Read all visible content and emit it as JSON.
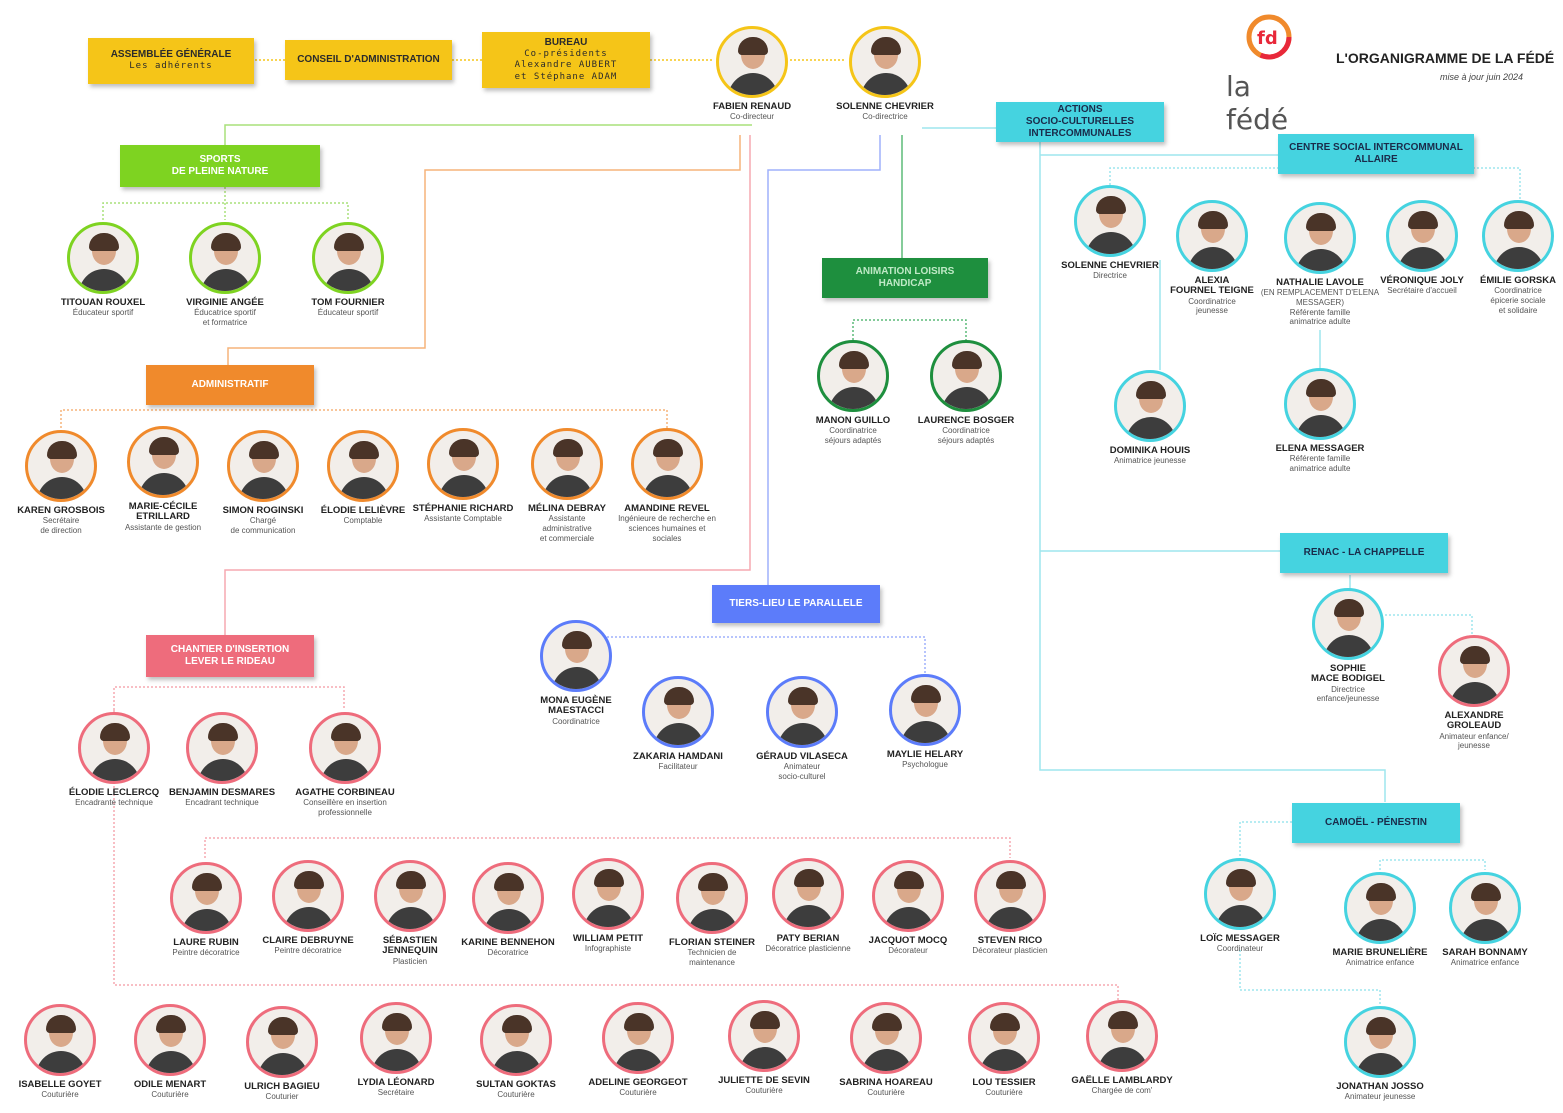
{
  "header": {
    "logo_text": "la fédé",
    "title": "L'ORGANIGRAMME DE LA FÉDÉ",
    "date": "mise à jour juin 2024"
  },
  "colors": {
    "yellow": "#f5c518",
    "green": "#7ed321",
    "orange": "#f08a2c",
    "pink": "#ee6c7c",
    "blue": "#5c7cfa",
    "cyan": "#45d3e0",
    "dark_green": "#1e8f3e"
  },
  "boxes": {
    "assemblee": {
      "title": "ASSEMBLÉE GÉNÉRALE",
      "sub": [
        "Les adhérents"
      ]
    },
    "conseil": {
      "title": "CONSEIL D'ADMINISTRATION",
      "sub": []
    },
    "bureau": {
      "title": "BUREAU",
      "sub": [
        "Co-présidents",
        "Alexandre AUBERT",
        "et Stéphane ADAM"
      ]
    },
    "sports": {
      "title": "SPORTS",
      "title2": "DE PLEINE NATURE"
    },
    "administratif": {
      "title": "ADMINISTRATIF"
    },
    "chantier": {
      "title": "CHANTIER D'INSERTION",
      "title2": "LEVER LE RIDEAU"
    },
    "tiers_lieu": {
      "title": "TIERS-LIEU LE PARALLELE"
    },
    "animation": {
      "title": "ANIMATION LOISIRS",
      "title2": "HANDICAP"
    },
    "actions": {
      "title": "ACTIONS",
      "title2": "SOCIO-CULTURELLES",
      "title3": "INTERCOMMUNALES"
    },
    "centre_social": {
      "title": "CENTRE SOCIAL INTERCOMMUNAL",
      "title2": "ALLAIRE"
    },
    "renac": {
      "title": "RENAC - LA CHAPPELLE"
    },
    "camoel": {
      "title": "CAMOËL - PÉNESTIN"
    }
  },
  "people": [
    {
      "name": "FABIEN RENAUD",
      "role": "Co-directeur",
      "color": "#f5c518"
    },
    {
      "name": "SOLENNE CHEVRIER",
      "role": "Co-directrice",
      "color": "#f5c518"
    },
    {
      "name": "TITOUAN ROUXEL",
      "role": "Éducateur sportif",
      "color": "#7ed321"
    },
    {
      "name": "VIRGINIE ANGÉE",
      "role": "Éducatrice sportif\net formatrice",
      "color": "#7ed321"
    },
    {
      "name": "TOM FOURNIER",
      "role": "Éducateur sportif",
      "color": "#7ed321"
    },
    {
      "name": "KAREN GROSBOIS",
      "role": "Secrétaire\nde direction",
      "color": "#f08a2c"
    },
    {
      "name": "MARIE-CÉCILE\nETRILLARD",
      "role": "Assistante de gestion",
      "color": "#f08a2c"
    },
    {
      "name": "SIMON ROGINSKI",
      "role": "Chargé\nde communication",
      "color": "#f08a2c"
    },
    {
      "name": "ÉLODIE LELIÈVRE",
      "role": "Comptable",
      "color": "#f08a2c"
    },
    {
      "name": "STÉPHANIE RICHARD",
      "role": "Assistante Comptable",
      "color": "#f08a2c"
    },
    {
      "name": "MÉLINA DEBRAY",
      "role": "Assistante\nadministrative\net commerciale",
      "color": "#f08a2c"
    },
    {
      "name": "AMANDINE REVEL",
      "role": "Ingénieure de recherche en\nsciences humaines et\nsociales",
      "color": "#f08a2c"
    },
    {
      "name": "ÉLODIE LECLERCQ",
      "role": "Encadrante technique",
      "color": "#ee6c7c"
    },
    {
      "name": "BENJAMIN DESMARES",
      "role": "Encadrant technique",
      "color": "#ee6c7c"
    },
    {
      "name": "AGATHE CORBINEAU",
      "role": "Conseillère en insertion\nprofessionnelle",
      "color": "#ee6c7c"
    },
    {
      "name": "LAURE RUBIN",
      "role": "Peintre décoratrice",
      "color": "#ee6c7c"
    },
    {
      "name": "CLAIRE DEBRUYNE",
      "role": "Peintre décoratrice",
      "color": "#ee6c7c"
    },
    {
      "name": "SÉBASTIEN\nJENNEQUIN",
      "role": "Plasticien",
      "color": "#ee6c7c"
    },
    {
      "name": "KARINE BENNEHON",
      "role": "Décoratrice",
      "color": "#ee6c7c"
    },
    {
      "name": "WILLIAM PETIT",
      "role": "Infographiste",
      "color": "#ee6c7c"
    },
    {
      "name": "FLORIAN STEINER",
      "role": "Technicien de\nmaintenance",
      "color": "#ee6c7c"
    },
    {
      "name": "PATY BERIAN",
      "role": "Décoratrice plasticienne",
      "color": "#ee6c7c"
    },
    {
      "name": "JACQUOT MOCQ",
      "role": "Décorateur",
      "color": "#ee6c7c"
    },
    {
      "name": "STEVEN RICO",
      "role": "Décorateur plasticien",
      "color": "#ee6c7c"
    },
    {
      "name": "ISABELLE GOYET",
      "role": "Couturière",
      "color": "#ee6c7c"
    },
    {
      "name": "ODILE MENART",
      "role": "Couturière",
      "color": "#ee6c7c"
    },
    {
      "name": "ULRICH BAGIEU",
      "role": "Couturier",
      "color": "#ee6c7c"
    },
    {
      "name": "LYDIA LÉONARD",
      "role": "Secrétaire",
      "color": "#ee6c7c"
    },
    {
      "name": "SULTAN GOKTAS",
      "role": "Couturière",
      "color": "#ee6c7c"
    },
    {
      "name": "ADELINE GEORGEOT",
      "role": "Couturière",
      "color": "#ee6c7c"
    },
    {
      "name": "JULIETTE DE SEVIN",
      "role": "Couturière",
      "color": "#ee6c7c"
    },
    {
      "name": "SABRINA HOAREAU",
      "role": "Couturière",
      "color": "#ee6c7c"
    },
    {
      "name": "LOU TESSIER",
      "role": "Couturière",
      "color": "#ee6c7c"
    },
    {
      "name": "GAËLLE LAMBLARDY",
      "role": "Chargée de com'",
      "color": "#ee6c7c"
    },
    {
      "name": "MONA EUGÈNE\nMAESTACCI",
      "role": "Coordinatrice",
      "color": "#5c7cfa"
    },
    {
      "name": "ZAKARIA HAMDANI",
      "role": "Facilitateur",
      "color": "#5c7cfa"
    },
    {
      "name": "GÉRAUD VILASECA",
      "role": "Animateur\nsocio-culturel",
      "color": "#5c7cfa"
    },
    {
      "name": "MAYLIE HELARY",
      "role": "Psychologue",
      "color": "#5c7cfa"
    },
    {
      "name": "MANON GUILLO",
      "role": "Coordinatrice\nséjours adaptés",
      "color": "#1e8f3e"
    },
    {
      "name": "LAURENCE BOSGER",
      "role": "Coordinatrice\nséjours adaptés",
      "color": "#1e8f3e"
    },
    {
      "name": "SOLENNE CHEVRIER",
      "role": "Directrice",
      "color": "#45d3e0"
    },
    {
      "name": "ALEXIA\nFOURNEL TEIGNE",
      "role": "Coordinatrice\njeunesse",
      "color": "#45d3e0"
    },
    {
      "name": "NATHALIE LAVOLE",
      "role": "(EN REMPLACEMENT D'ELENA\nMESSAGER)\nRéférente famille\nanimatrice adulte",
      "color": "#45d3e0"
    },
    {
      "name": "VÉRONIQUE JOLY",
      "role": "Secrétaire d'accueil",
      "color": "#45d3e0"
    },
    {
      "name": "ÉMILIE GORSKA",
      "role": "Coordinatrice\népicerie sociale\net solidaire",
      "color": "#45d3e0"
    },
    {
      "name": "DOMINIKA HOUIS",
      "role": "Animatrice jeunesse",
      "color": "#45d3e0"
    },
    {
      "name": "ELENA MESSAGER",
      "role": "Référente famille\nanimatrice adulte",
      "color": "#45d3e0"
    },
    {
      "name": "SOPHIE\nMACE BODIGEL",
      "role": "Directrice\nenfance/jeunesse",
      "color": "#45d3e0"
    },
    {
      "name": "ALEXANDRE\nGROLEAUD",
      "role": "Animateur enfance/\njeunesse",
      "color": "#ee6c7c"
    },
    {
      "name": "LOÏC MESSAGER",
      "role": "Coordinateur",
      "color": "#45d3e0"
    },
    {
      "name": "MARIE BRUNELIÈRE",
      "role": "Animatrice enfance",
      "color": "#45d3e0"
    },
    {
      "name": "SARAH BONNAMY",
      "role": "Animatrice enfance",
      "color": "#45d3e0"
    },
    {
      "name": "JONATHAN JOSSO",
      "role": "Animateur jeunesse",
      "color": "#45d3e0"
    }
  ]
}
